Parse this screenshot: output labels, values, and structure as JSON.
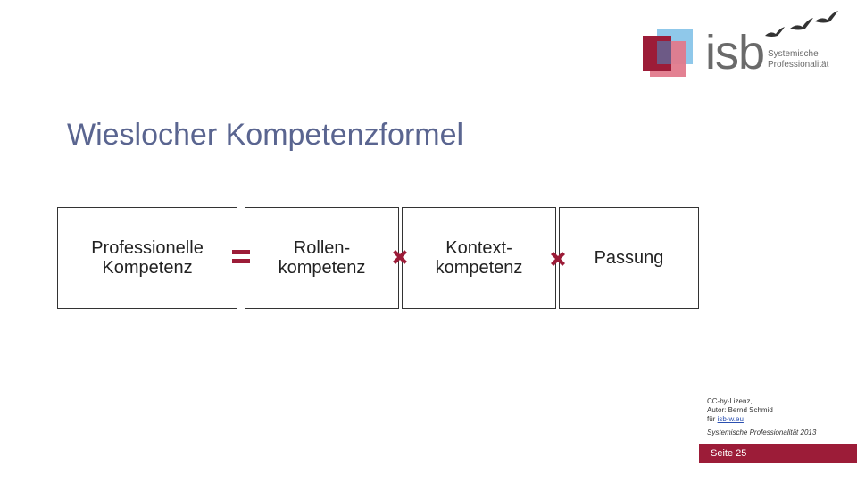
{
  "logo": {
    "word": "isb",
    "subtitle_line1": "Systemische",
    "subtitle_line2": "Professionalität",
    "colors": {
      "dark_red": "#9c1c38",
      "pink": "#e27a8c",
      "light_blue": "#8fc8ea"
    }
  },
  "slide": {
    "title": "Wieslocher Kompetenzformel"
  },
  "formula": {
    "boxes": [
      {
        "label": "Professionelle\nKompetenz"
      },
      {
        "label": "Rollen-\nkompetenz"
      },
      {
        "label": "Kontext-\nkompetenz"
      },
      {
        "label": "Passung"
      }
    ],
    "operators": [
      "equals-icon",
      "multiply-icon",
      "multiply-icon"
    ],
    "operator_color": "#9c1c38"
  },
  "footer": {
    "license": "CC-by-Lizenz,",
    "author": "Autor: Bernd Schmid",
    "for_prefix": "für ",
    "link": "isb-w.eu",
    "book": "Systemische Professionalität 2013",
    "page_label": "Seite 25"
  }
}
